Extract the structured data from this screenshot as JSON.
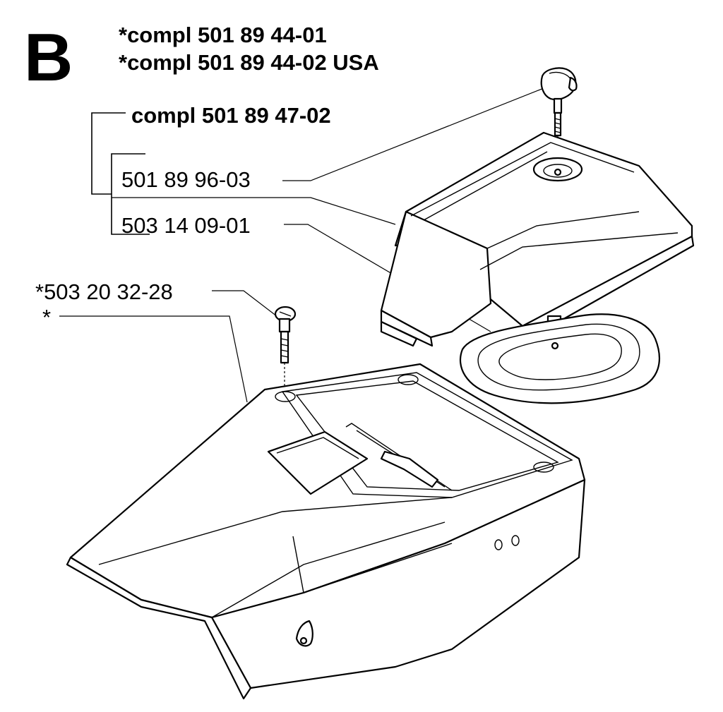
{
  "figure": {
    "section_letter": "B"
  },
  "header": {
    "assembly_1": "*compl 501 89 44-01",
    "assembly_2": "*compl 501 89 44-02 USA"
  },
  "subassembly": {
    "label": "compl 501 89 47-02"
  },
  "callouts": {
    "knob_screw": "501 89 96-03",
    "pad": "503 14 09-01",
    "cover_screw": "*503 20 32-28",
    "main_cover": "*"
  }
}
